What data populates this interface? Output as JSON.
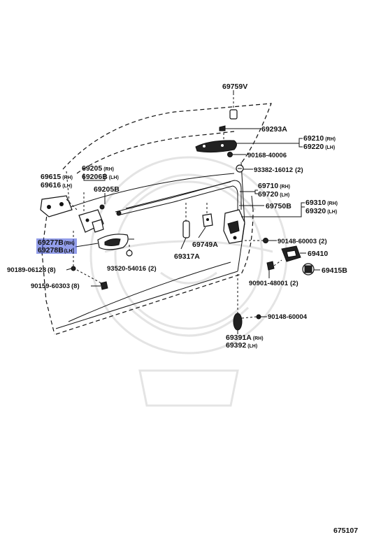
{
  "diagram_id": "675107",
  "highlight_color": "#3b4fd8",
  "labels": {
    "p69759V": "69759V",
    "p69293A": "69293A",
    "p69210": "69210",
    "p69210_side": "(RH)",
    "p69220": "69220",
    "p69220_side": "(LH)",
    "p90168_40006": "90168-40006",
    "p93382": "93382-16012",
    "p93382_qty": "(2)",
    "p69205": "69205",
    "p69205_side": "(RH)",
    "p69206B": "69206B",
    "p69206B_side": "(LH)",
    "p69205B": "69205B",
    "p69615": "69615",
    "p69615_side": "(RH)",
    "p69616": "69616",
    "p69616_side": "(LH)",
    "p69710": "69710",
    "p69710_side": "(RH)",
    "p69720": "69720",
    "p69720_side": "(LH)",
    "p69750B": "69750B",
    "p69310": "69310",
    "p69310_side": "(RH)",
    "p69320": "69320",
    "p69320_side": "(LH)",
    "p69277B": "69277B",
    "p69277B_side": "(RH)",
    "p69278B": "69278B",
    "p69278B_side": "(LH)",
    "p69749A": "69749A",
    "p69317A": "69317A",
    "p93520": "93520-54016",
    "p93520_qty": "(2)",
    "p90189": "90189-06128",
    "p90189_qty": "(8)",
    "p90159": "90159-60303",
    "p90159_qty": "(8)",
    "p90148_60003": "90148-60003",
    "p90148_60003_qty": "(2)",
    "p69410": "69410",
    "p69415B": "69415B",
    "p90901": "90901-48001",
    "p90901_qty": "(2)",
    "p90148_60004": "90148-60004",
    "p69391A": "69391A",
    "p69391A_side": "(RH)",
    "p69392": "69392",
    "p69392_side": "(LH)"
  }
}
